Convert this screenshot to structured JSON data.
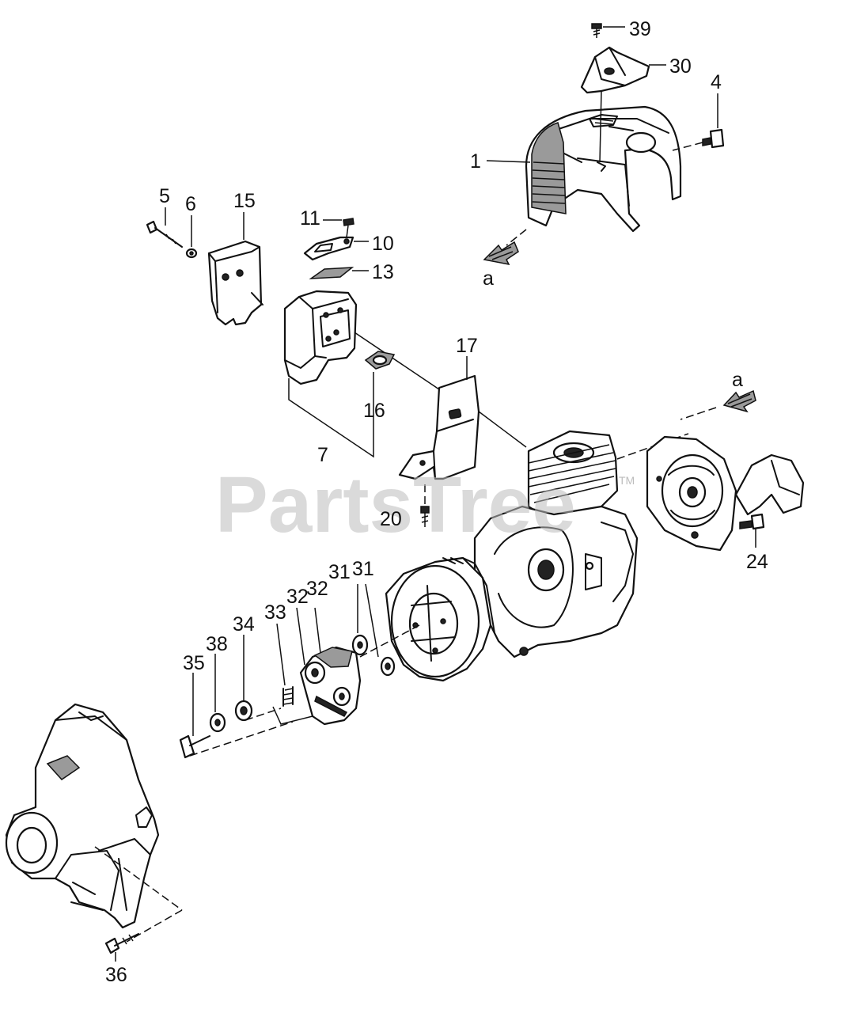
{
  "watermark": {
    "text": "PartsTree",
    "mark": "TM"
  },
  "callouts": {
    "c1": "1",
    "c4": "4",
    "c5": "5",
    "c6": "6",
    "c7": "7",
    "c10": "10",
    "c11": "11",
    "c13": "13",
    "c15": "15",
    "c16": "16",
    "c17": "17",
    "c20": "20",
    "c24": "24",
    "c30": "30",
    "c31a": "31",
    "c31b": "31",
    "c32a": "32",
    "c32b": "32",
    "c33": "33",
    "c34": "34",
    "c35": "35",
    "c36": "36",
    "c38": "38",
    "c39": "39"
  },
  "arrows": {
    "a_top": "a",
    "a_right": "a"
  }
}
